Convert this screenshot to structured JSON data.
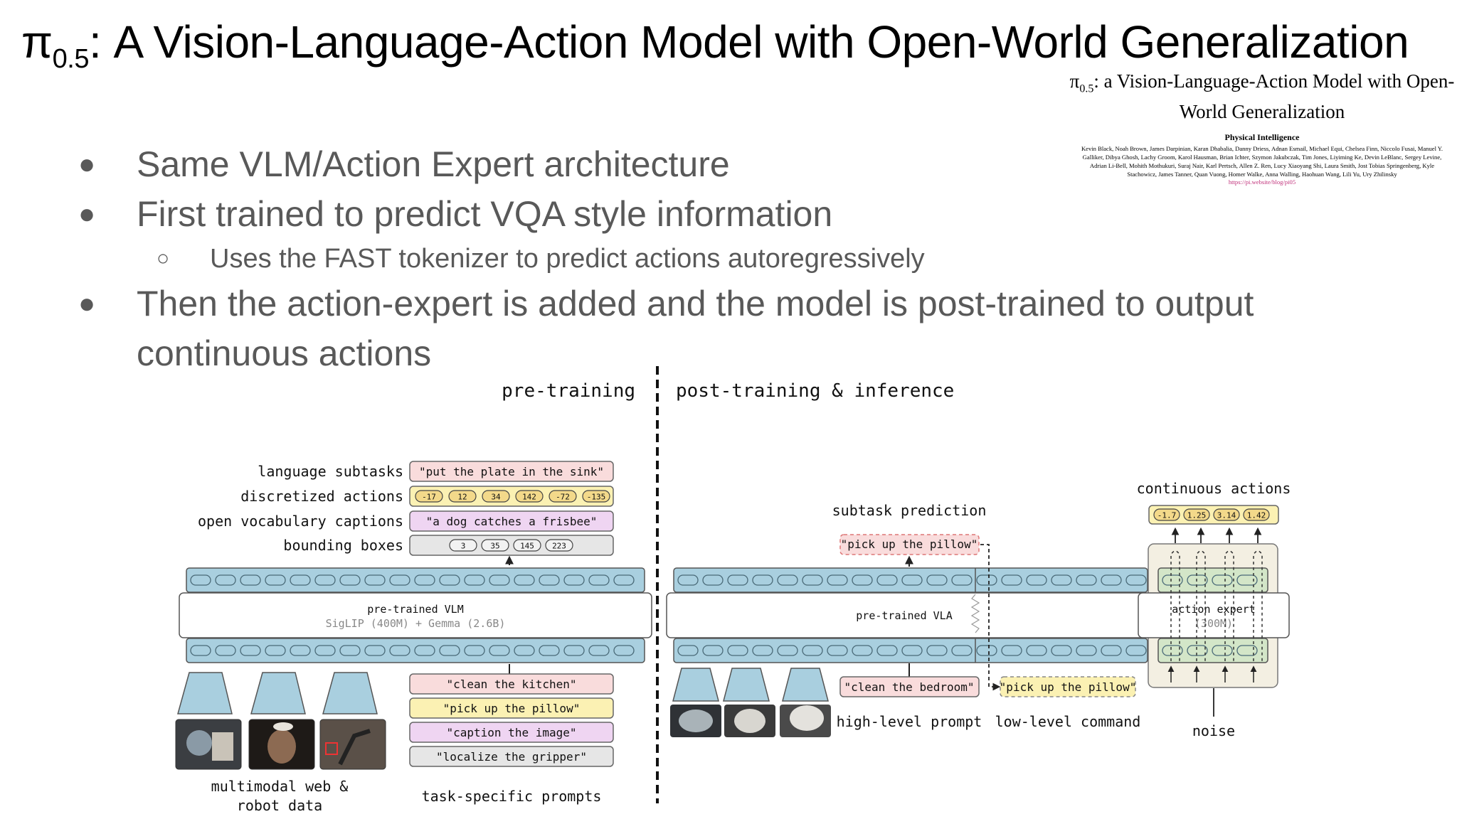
{
  "slide": {
    "title_main": "π",
    "title_sub": "0.5",
    "title_rest": ": A Vision-Language-Action Model with Open-World Generalization"
  },
  "paper": {
    "title_symbol": "π",
    "title_sub": "0.5",
    "title_rest": ": a Vision-Language-Action Model with Open-World Generalization",
    "org": "Physical Intelligence",
    "authors": "Kevin Black, Noah Brown, James Darpinian, Karan Dhabalia, Danny Driess, Adnan Esmail, Michael Equi, Chelsea Finn, Niccolo Fusai, Manuel Y. Galliker, Dibya Ghosh, Lachy Groom, Karol Hausman, Brian Ichter, Szymon Jakubczak, Tim Jones, Liyiming Ke, Devin LeBlanc, Sergey Levine, Adrian Li-Bell, Mohith Mothukuri, Suraj Nair, Karl Pertsch, Allen Z. Ren, Lucy Xiaoyang Shi, Laura Smith, Jost Tobias Springenberg, Kyle Stachowicz, James Tanner, Quan Vuong, Homer Walke, Anna Walling, Haohuan Wang, Lili Yu, Ury Zhilinsky",
    "url": "https://pi.website/blog/pi05"
  },
  "bullets": {
    "b1": "Same VLM/Action Expert architecture",
    "b2": "First trained to predict VQA style information",
    "b2_sub": "Uses the FAST tokenizer to predict actions autoregressively",
    "b3_line1": "Then the action-expert is added and the model is post-trained to output",
    "b3_line2": "continuous actions"
  },
  "diagram": {
    "pretraining_label": "pre-training",
    "posttraining_label": "post-training & inference",
    "outputs": {
      "language_subtasks_label": "language subtasks",
      "language_subtasks_value": "\"put the plate in the sink\"",
      "discretized_actions_label": "discretized actions",
      "discretized_actions_values": [
        "-17",
        "12",
        "34",
        "142",
        "-72",
        "-135"
      ],
      "captions_label": "open vocabulary captions",
      "captions_value": "\"a dog catches a frisbee\"",
      "bboxes_label": "bounding boxes",
      "bboxes_values": [
        "3",
        "35",
        "145",
        "223"
      ]
    },
    "vlm": {
      "name": "pre-trained VLM",
      "detail": "SigLIP (400M) + Gemma (2.6B)"
    },
    "prompts": [
      "\"clean the kitchen\"",
      "\"pick up the pillow\"",
      "\"caption the image\"",
      "\"localize the gripper\""
    ],
    "data_label_1": "multimodal web &",
    "data_label_2": "robot data",
    "prompts_label": "task-specific prompts",
    "vla": {
      "name": "pre-trained VLA"
    },
    "subtask_label": "subtask prediction",
    "subtask_value": "\"pick up the pillow\"",
    "high_level_prompt_value": "\"clean the bedroom\"",
    "high_level_label": "high-level prompt",
    "low_level_value": "\"pick up the pillow\"",
    "low_level_label": "low-level command",
    "action_expert": {
      "name": "action expert",
      "detail": "(300M)"
    },
    "continuous_label": "continuous actions",
    "continuous_values": [
      "-1.7",
      "1.25",
      "3.14",
      "1.42"
    ],
    "noise_label": "noise"
  },
  "colors": {
    "token_blue": "#a9cfdf",
    "pink": "#f9dcdc",
    "yellow": "#fbf1b3",
    "purple": "#efd5f2",
    "gray": "#e6e6e6",
    "green": "#d3e6c8",
    "beige": "#f3efe2",
    "bullet_text": "#595959"
  }
}
